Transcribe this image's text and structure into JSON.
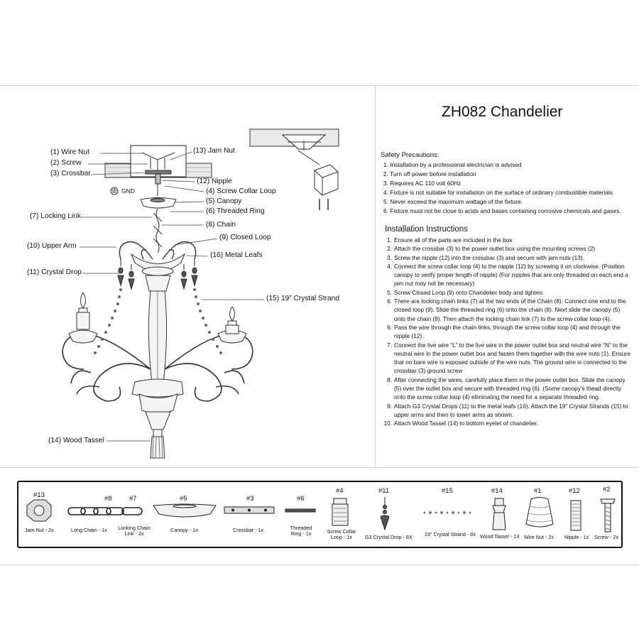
{
  "title": "ZH082 Chandelier",
  "safety": {
    "heading": "Safety Precautions:",
    "items": [
      "1. Installation by a professional electrician is advised",
      "2. Turn off power before installation",
      "3. Requires AC 110 volt 60Hz",
      "4. Fixture is not suitable for installation on the surface of ordinary combustible materials",
      "5. Never exceed the maximum wattage of the fixture.",
      "6. Fixture must not be close to acids and bases containing corrosive chemicals and gases."
    ]
  },
  "installation": {
    "heading": "Installation Instructions",
    "items": [
      {
        "n": "1.",
        "t": "Ensure all of the parts are included in the box"
      },
      {
        "n": "2.",
        "t": "Attach the crossbar (3) to the power outlet box using the mounting screws (2)"
      },
      {
        "n": "3.",
        "t": "Screw the nipple (12) into the crossbar (3) and secure with jam nuts (13)."
      },
      {
        "n": "4.",
        "t": "Connect the screw collar loop (4) to the nipple (12) by screwing it on clockwise. (Position canopy to verify proper length of nipple) (For nipples that are only threaded on each end a jam nut may not be necessary)"
      },
      {
        "n": "5.",
        "t": "Screw Closed Loop (9) onto Chandelier body and tighten."
      },
      {
        "n": "6.",
        "t": "There are locking chain links (7) at the two ends of the Chain (8). Connect one end to the closed loop (9). Slide the threaded ring (6) onto the chain (8). Next slide the canopy (5) onto the chain (8). Then attach the locking chain link (7) to the screw collar loop (4)."
      },
      {
        "n": "6.",
        "t": "Pass the wire through the chain links, through the screw collar loop (4) and through the nipple (12)."
      },
      {
        "n": "7.",
        "t": "Connect the live wire “L” to the live wire in the power outlet box and neutral wire “N” to the neutral wire in the power outlet box and fasten them together with the wire nuts (1). Ensure that no bare wire is exposed outside of the wire nuts. The ground wire is connected to the crossbar (3) ground screw"
      },
      {
        "n": "8.",
        "t": "After connecting the wires, carefully place them in the power outlet box. Slide the canopy (5) over the outlet box and secure with threaded ring (6). (Some canopy's thead directly onto the screw collar loop (4) eliminating the need for a separate threaded ring."
      },
      {
        "n": "9.",
        "t": "Attach G3 Crystal Drops (11) to the metal leafs (16). Attach the 19” Crystal Strands (15) to upper arms and then to lower arms as shown."
      },
      {
        "n": "10.",
        "t": "Attach Wood Tassel (14) to bottom eyelet of chandelier."
      }
    ]
  },
  "diagram_labels": {
    "wire_nut": "(1) Wire Nut",
    "screw": "(2) Screw",
    "crossbar": "(3) Crossbar",
    "jam_nut": "(13) Jam Nut",
    "nipple": "(12) Nipple",
    "screw_collar_loop": "(4) Screw Collar Loop",
    "canopy": "(5) Canopy",
    "threaded_ring": "(6) Threaded Ring",
    "locking_link": "(7) Locking Link",
    "chain": "(8) Chain",
    "closed_loop": "(9) Closed Loop",
    "upper_arm": "(10) Upper Arm",
    "metal_leafs": "(16) Metal Leafs",
    "crystal_drop": "(11) Crystal Drop",
    "crystal_strand": "(15) 19” Crystal Strand",
    "wood_tassel": "(14) Wood Tassel",
    "gnd": "GND"
  },
  "parts": [
    {
      "num": "#13",
      "name": "Jam Nut - 2x"
    },
    {
      "num": "#8",
      "name": "Long Chain - 1x"
    },
    {
      "num": "#7",
      "name": "Locking Chain Link - 2x"
    },
    {
      "num": "#5",
      "name": "Canopy - 1x"
    },
    {
      "num": "#3",
      "name": "Crossbar - 1x"
    },
    {
      "num": "#6",
      "name": "Threaded Ring - 1x"
    },
    {
      "num": "#4",
      "name": "Screw Collar Loop - 1x"
    },
    {
      "num": "#11",
      "name": "G3 Crystal Drop - 8X"
    },
    {
      "num": "#15",
      "name": "19” Crystal Strand - 8x"
    },
    {
      "num": "#14",
      "name": "Wood Tassel - 1X"
    },
    {
      "num": "#1",
      "name": "Wire Nut - 2x"
    },
    {
      "num": "#12",
      "name": "Nipple - 1x"
    },
    {
      "num": "#2",
      "name": "Screw - 2x"
    }
  ]
}
